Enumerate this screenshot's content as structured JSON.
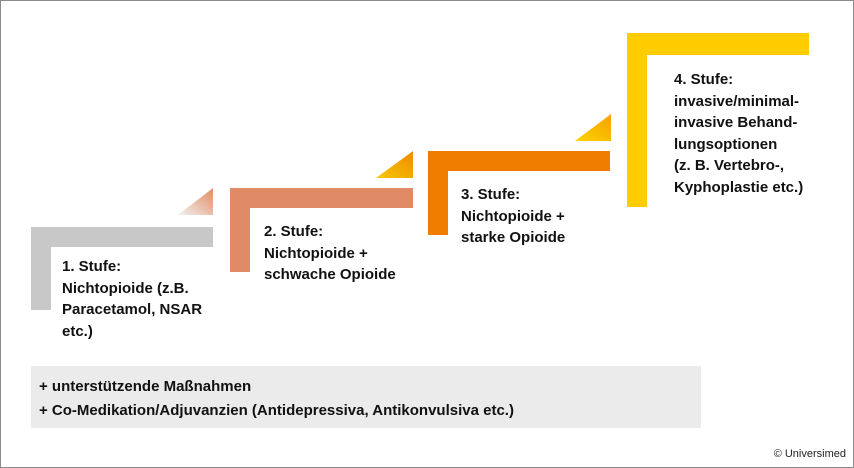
{
  "steps": [
    {
      "label": "1. Stufe:\nNichtopioide (z.B.\nParacetamol, NSAR\netc.)",
      "color": "#c8c8c8",
      "accent": "#c8c8c8"
    },
    {
      "label": "2. Stufe:\nNichtopioide +\nschwache Opioide",
      "color": "#e08a66",
      "accent": "#e7a07c"
    },
    {
      "label": "3. Stufe:\nNichtopioide +\nstarke Opioide",
      "color": "#ee7d00",
      "accent": "#f3a500"
    },
    {
      "label": "4. Stufe:\ninvasive/minimal-\ninvasive Behand-\nlungsoptionen\n(z. B. Vertebro-,\nKyphoplastie etc.)",
      "color": "#ffcc00",
      "accent": "#f6b800"
    }
  ],
  "notes": [
    "+ unterstützende Maßnahmen",
    "+ Co-Medikation/Adjuvanzien (Antidepressiva, Antikonvulsiva etc.)"
  ],
  "notes_background": "#ebebeb",
  "copyright": "© Universimed"
}
